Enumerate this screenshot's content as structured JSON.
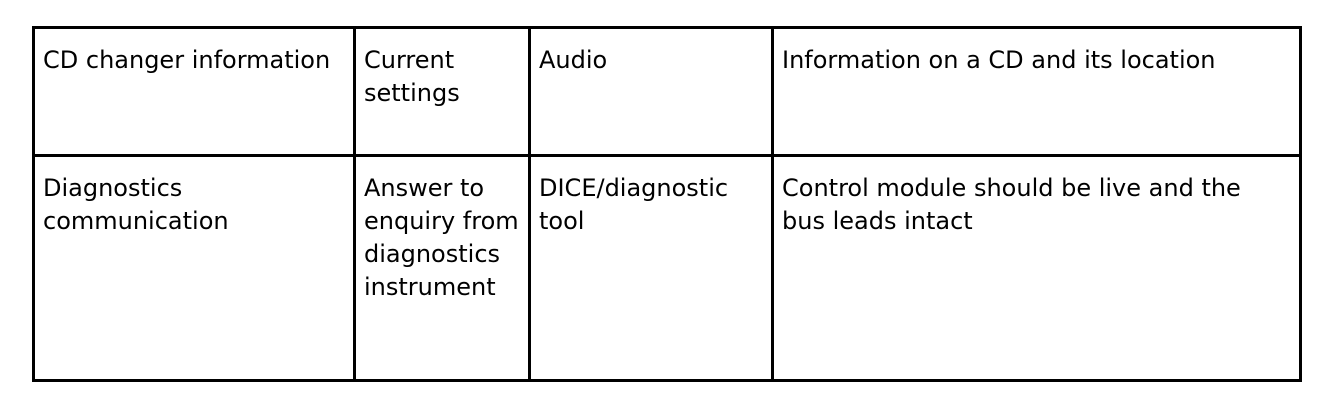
{
  "table": {
    "rows": [
      {
        "cells": [
          "CD changer information",
          "Current settings",
          "Audio",
          "Information on a CD and its location"
        ]
      },
      {
        "cells": [
          "Diagnostics communication",
          "Answer to enquiry from diagnostics instrument",
          "DICE/diagnostic tool",
          "Control module should be live and the bus leads intact"
        ]
      }
    ]
  }
}
